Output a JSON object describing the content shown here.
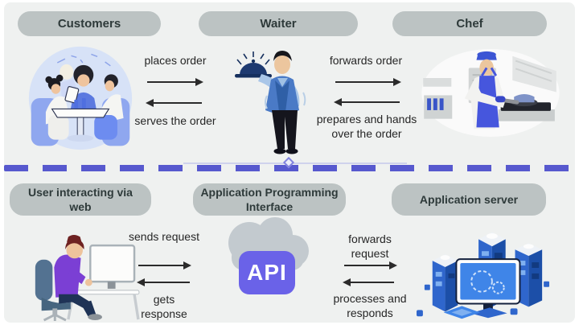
{
  "analogy_row": {
    "nodes": [
      {
        "label": "Customers",
        "icon": "customers-illustration"
      },
      {
        "label": "Waiter",
        "icon": "waiter-illustration"
      },
      {
        "label": "Chef",
        "icon": "chef-illustration"
      }
    ],
    "flows": [
      {
        "forward": "places order",
        "backward": "serves the order"
      },
      {
        "forward": "forwards order",
        "backward": "prepares and hands over the order"
      }
    ]
  },
  "api_row": {
    "nodes": [
      {
        "label": "User interacting via web",
        "icon": "user-at-computer-illustration"
      },
      {
        "label": "Application Programming Interface",
        "icon": "api-cloud-icon"
      },
      {
        "label": "Application server",
        "icon": "application-server-illustration"
      }
    ],
    "flows": [
      {
        "forward": "sends request",
        "backward": "gets response"
      },
      {
        "forward": "forwards request",
        "backward": "processes and responds"
      }
    ]
  },
  "api_badge": "API",
  "colors": {
    "background": "#eff1f0",
    "pill_bg": "#bcc3c3",
    "pill_text": "#2e3a3a",
    "arrow": "#2b2b2b",
    "divider_dash": "#5759ce",
    "api_badge_bg": "#6a62e8",
    "api_badge_text": "#ffffff",
    "illustration_blue": "#4a7ac6",
    "illustration_purple": "#7b3fd4",
    "cloud_gray": "#c3cacf"
  }
}
